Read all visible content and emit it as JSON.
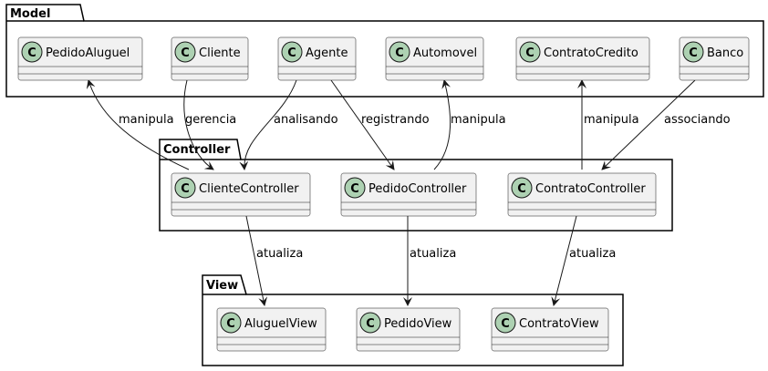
{
  "packages": {
    "model": "Model",
    "controller": "Controller",
    "view": "View"
  },
  "class_marker": "C",
  "classes": {
    "pedido_aluguel": "PedidoAluguel",
    "cliente": "Cliente",
    "agente": "Agente",
    "automovel": "Automovel",
    "contrato_credito": "ContratoCredito",
    "banco": "Banco",
    "cliente_controller": "ClienteController",
    "pedido_controller": "PedidoController",
    "contrato_controller": "ContratoController",
    "aluguel_view": "AluguelView",
    "pedido_view": "PedidoView",
    "contrato_view": "ContratoView"
  },
  "edges": {
    "manipula_pedido_aluguel": "manipula",
    "gerencia": "gerencia",
    "analisando": "analisando",
    "registrando": "registrando",
    "manipula_automovel": "manipula",
    "manipula_contrato_credito": "manipula",
    "associando": "associando",
    "atualiza_aluguel": "atualiza",
    "atualiza_pedido": "atualiza",
    "atualiza_contrato": "atualiza"
  },
  "colors": {
    "class_fill": "#F1F1F1",
    "class_border": "#181818",
    "circle_fill": "#ADD1B2",
    "package_border": "#000000",
    "edge": "#181818"
  }
}
